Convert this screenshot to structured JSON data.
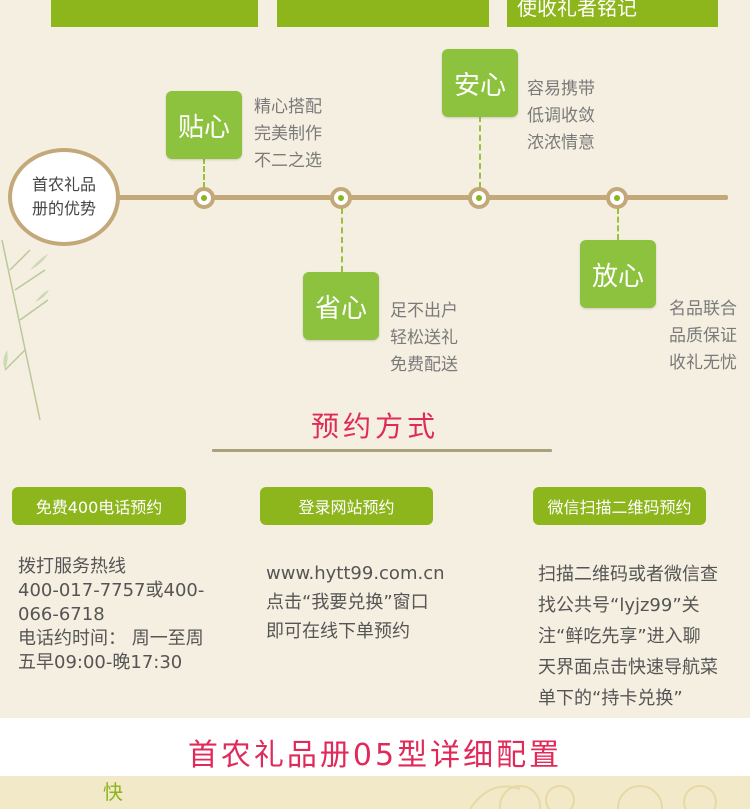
{
  "top_banners": [
    {
      "label": ""
    },
    {
      "label": ""
    },
    {
      "label": "使收礼者铭记"
    }
  ],
  "advantages": {
    "badge": "首农礼品册的优势",
    "items": [
      {
        "title": "贴心",
        "lines": [
          "精心搭配",
          "完美制作",
          "不二之选"
        ]
      },
      {
        "title": "安心",
        "lines": [
          "容易携带",
          "低调收敛",
          "浓浓情意"
        ]
      },
      {
        "title": "省心",
        "lines": [
          "足不出户",
          "轻松送礼",
          "免费配送"
        ]
      },
      {
        "title": "放心",
        "lines": [
          "名品联合",
          "品质保证",
          "收礼无忧"
        ]
      }
    ]
  },
  "booking": {
    "title": "预约方式",
    "methods": [
      {
        "label": "免费400电话预约",
        "lines": [
          "拨打服务热线",
          "400-017-7757或400-",
          "066-6718",
          "电话约时间：  周一至周",
          "五早09:00-晚17:30"
        ]
      },
      {
        "label": "登录网站预约",
        "lines": [
          "www.hytt99.com.cn",
          "点击“我要兑换”窗口",
          "即可在线下单预约"
        ]
      },
      {
        "label": "微信扫描二维码预约",
        "lines": [
          "扫描二维码或者微信查",
          "找公共号“lyjz99”关",
          "注“鲜吃先享”进入聊",
          "天界面点击快速导航菜",
          "单下的“持卡兑换”"
        ]
      }
    ]
  },
  "detail_title": "首农礼品册05型详细配置",
  "footer_glyph": "快",
  "colors": {
    "green": "#8db51c",
    "box_green": "#8cc23d",
    "accent_red": "#e02a5a",
    "line_tan": "#c3a87a",
    "background": "#f5efe1"
  }
}
